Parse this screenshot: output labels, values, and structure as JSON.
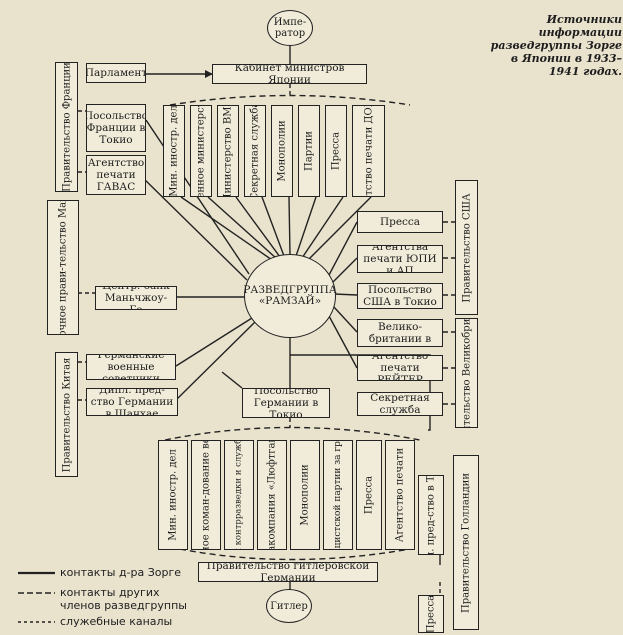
{
  "title": "Источники информации разведгруппы Зорге в Японии в 1933–1941 годах.",
  "center": "РАЗВЕДГРУППА «РАМЗАЙ»",
  "emperor": "Импе-ратор",
  "hitler": "Гитлер",
  "cabinet": "Кабинет министров Японии",
  "parliament": "Парламент",
  "gov_france": "Правительство Франции",
  "france_embassy": "Посольство Франции в Токио",
  "havas": "Агентство печати ГАВАС",
  "manchukuo_gov": "Марионеточное прави-тельство Маньчжоу-Го",
  "manchukuo_bank": "Центр. банк Маньчжоу-Го",
  "gov_china": "Правительство Китая",
  "german_advisers": "Германские военные советники",
  "germany_shanghai": "Дипл. пред-ство Германии в Шанхае",
  "japan_columns": [
    "Мин. иностр. дел",
    "Военное министерство",
    "Министерство ВМФ",
    "Секретная служба",
    "Монополии",
    "Партии",
    "Пресса",
    "Агентство печати ДОМЕИ"
  ],
  "usa_gov": "Правительство США",
  "usa_press": "Пресса",
  "upi_ap": "Агентства печати ЮПИ и АП",
  "usa_embassy": "Посольство США в Токио",
  "uk_gov": "Правительство Великобритании",
  "uk_embassy": "Посольство Велико-британии в Токио",
  "reuters": "Агентство печати РЕЙТЕР",
  "uk_secret": "Секретная служба",
  "german_embassy": "Посольство Германии в Токио",
  "german_columns": [
    "Мин. иностр. дел",
    "Верховное коман-дование вермахта",
    "Упр. разведки и контрразведки и служба безопасности",
    "Авиакомпания «Люфтганза»",
    "Монополии",
    "Орг. нацистской партии за границей",
    "Пресса",
    "Агентство печати"
  ],
  "hitler_gov": "Правительство гитлеровской Германии",
  "netherlands_gov": "Правительство Голландии",
  "netherlands_tokyo": "Дипл. пред-ство в Токио",
  "netherlands_press": "Пресса",
  "legend": {
    "solid": "контакты д-ра Зорге",
    "dashed": "контакты других членов разведгруппы",
    "dotted": "служебные каналы"
  }
}
